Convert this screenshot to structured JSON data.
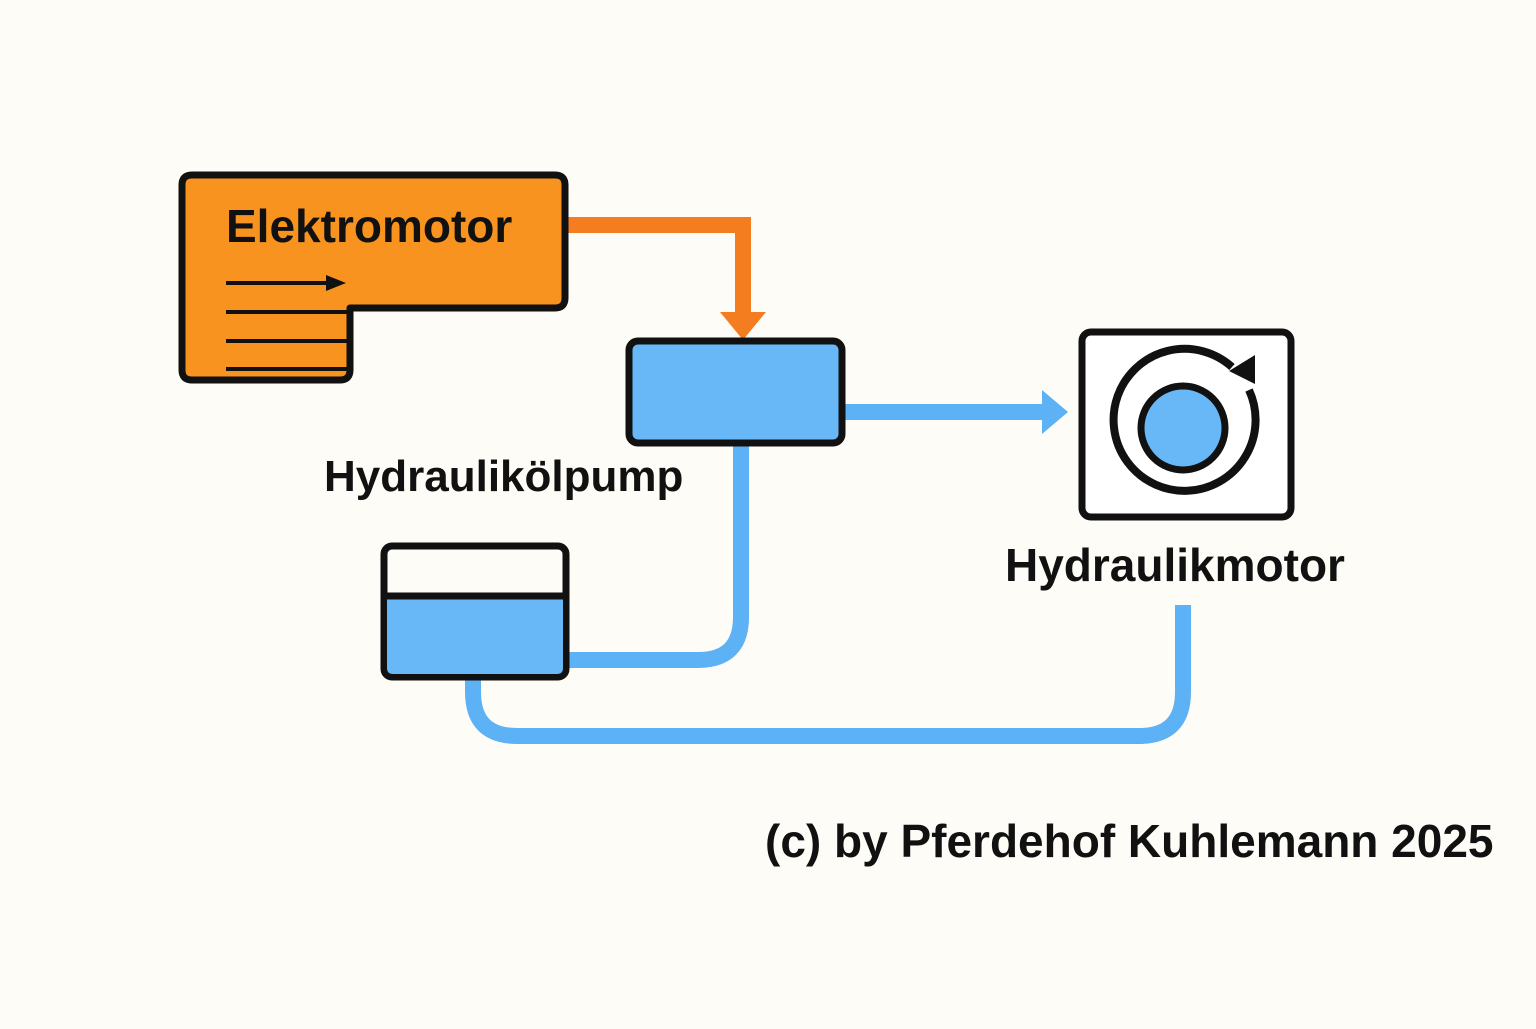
{
  "labels": {
    "electric_motor": "Elektromotor",
    "pump": "Hydraulikölpump",
    "hydraulic_motor": "Hydraulikmotor",
    "copyright": "(c) by Pferdehof Kuhlemann 2025"
  },
  "colors": {
    "background": "#fdfcf7",
    "motor_orange": "#f7931e",
    "drive_orange": "#f47d20",
    "hydraulic_blue": "#68b8f7",
    "line_blue": "#5db1f5",
    "outline": "#111111"
  },
  "icons": {
    "electric_motor": "electric-motor-block",
    "pump": "pump-block",
    "tank": "oil-tank",
    "hydraulic_motor": "rotation-motor-symbol"
  }
}
